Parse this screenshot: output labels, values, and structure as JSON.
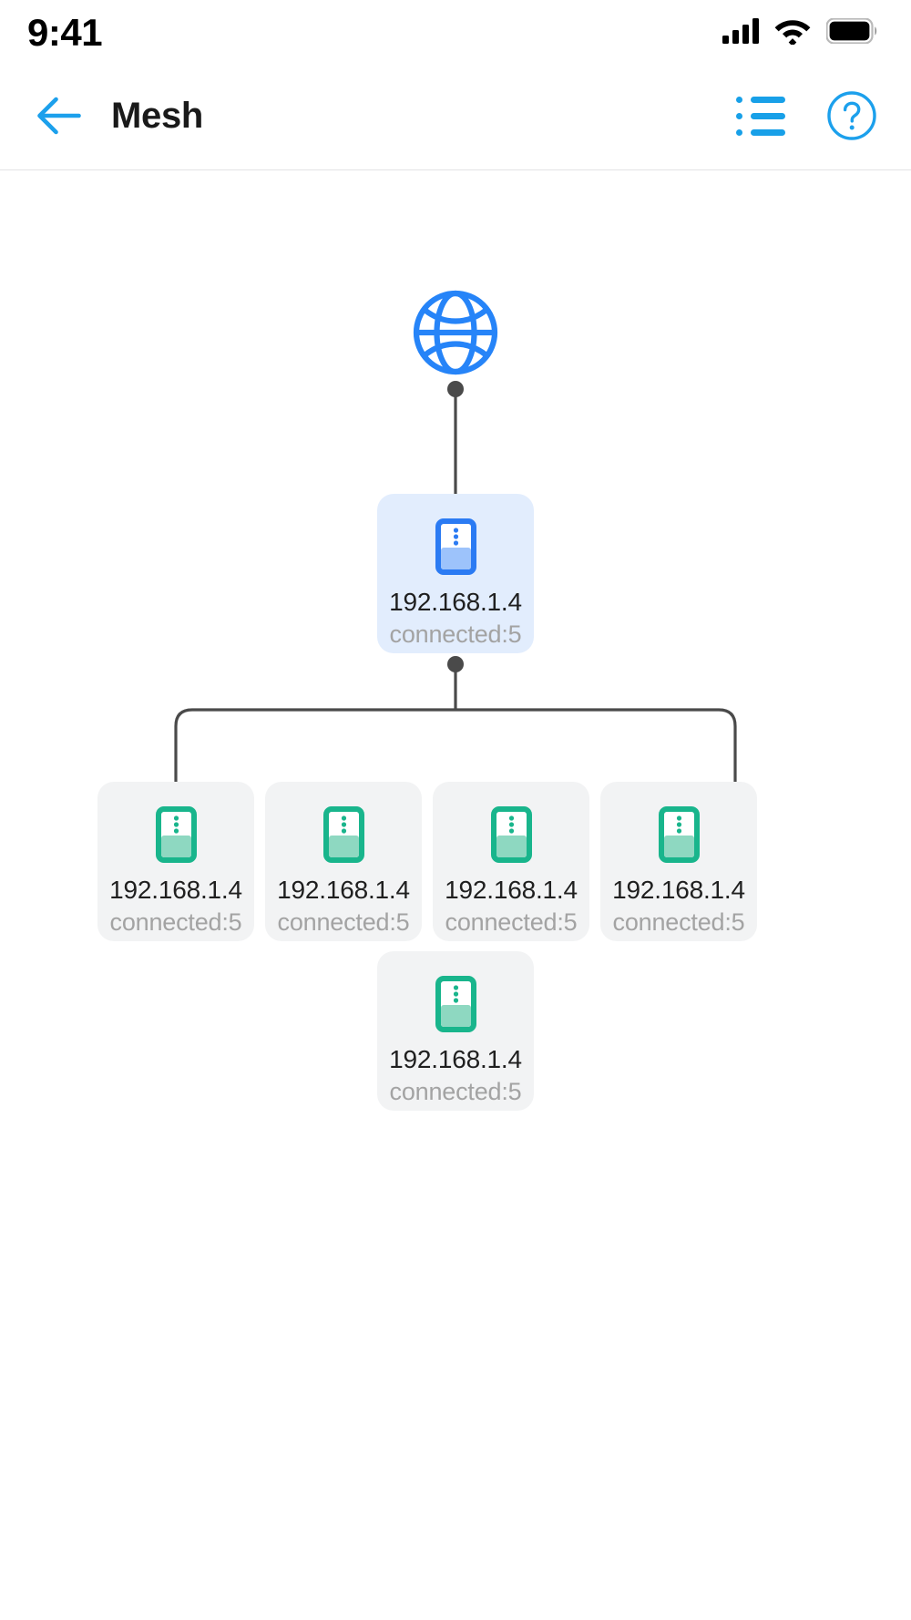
{
  "status_bar": {
    "time": "9:41",
    "signal_icon": "cellular-signal-icon",
    "signal_bars": 4,
    "wifi_icon": "wifi-icon",
    "battery_icon": "battery-full-icon",
    "battery_level": 100
  },
  "header": {
    "back_icon": "back-arrow-icon",
    "title": "Mesh",
    "list_icon": "list-view-icon",
    "help_icon": "help-circle-icon",
    "accent_color": "#18a0e8",
    "title_color": "#1a1a1a"
  },
  "topology": {
    "internet": {
      "icon": "globe-icon",
      "color": "#2684f8"
    },
    "root": {
      "icon": "router-icon",
      "icon_color": "#2b7bf3",
      "card_color": "#e2edfd",
      "ip": "192.168.1.4",
      "status": "connected:5"
    },
    "children": [
      {
        "icon": "mesh-node-icon",
        "icon_color": "#19b58c",
        "card_color": "#f2f3f4",
        "ip": "192.168.1.4",
        "status": "connected:5"
      },
      {
        "icon": "mesh-node-icon",
        "icon_color": "#19b58c",
        "card_color": "#f2f3f4",
        "ip": "192.168.1.4",
        "status": "connected:5"
      },
      {
        "icon": "mesh-node-icon",
        "icon_color": "#19b58c",
        "card_color": "#f2f3f4",
        "ip": "192.168.1.4",
        "status": "connected:5"
      },
      {
        "icon": "mesh-node-icon",
        "icon_color": "#19b58c",
        "card_color": "#f2f3f4",
        "ip": "192.168.1.4",
        "status": "connected:5"
      },
      {
        "icon": "mesh-node-icon",
        "icon_color": "#19b58c",
        "card_color": "#f2f3f4",
        "ip": "192.168.1.4",
        "status": "connected:5"
      }
    ],
    "connector_color": "#4a4a4a"
  }
}
